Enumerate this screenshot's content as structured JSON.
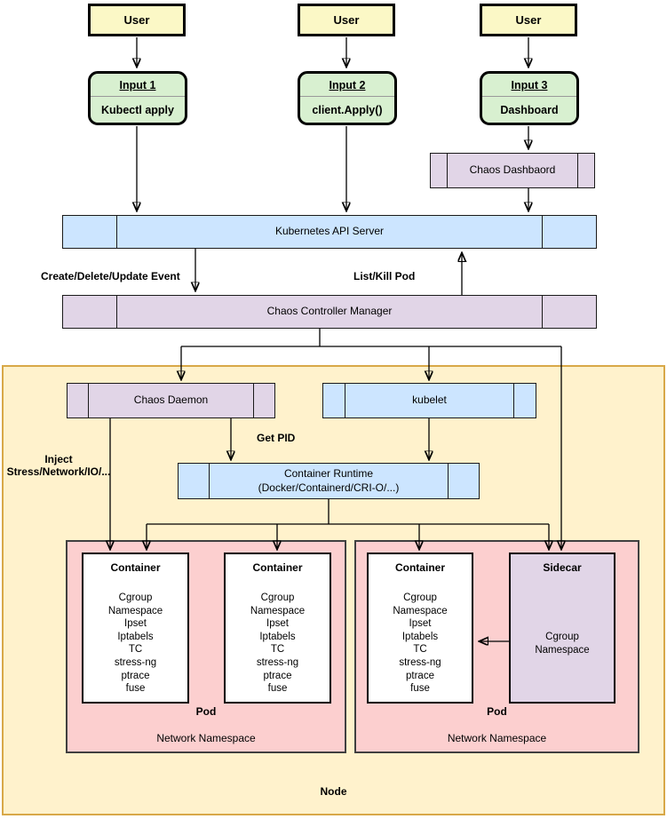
{
  "colors": {
    "user_fill": "#FBF8C6",
    "input_fill": "#D8F0D0",
    "purple_fill": "#E1D5E7",
    "blue_fill": "#CCE5FF",
    "node_fill": "#FFF2CC",
    "node_border": "#D8A848",
    "pod_fill": "#FCCFCF",
    "container_fill": "#FFFFFF",
    "line_color": "#000000"
  },
  "users": [
    "User",
    "User",
    "User"
  ],
  "inputs": [
    {
      "title": "Input 1",
      "label": "Kubectl apply"
    },
    {
      "title": "Input 2",
      "label": "client.Apply()"
    },
    {
      "title": "Input 3",
      "label": "Dashboard"
    }
  ],
  "components": {
    "chaos_dashboard": "Chaos Dashbaord",
    "api_server": "Kubernetes API Server",
    "controller_manager": "Chaos Controller Manager",
    "chaos_daemon": "Chaos Daemon",
    "kubelet": "kubelet",
    "container_runtime": {
      "line1": "Container Runtime",
      "line2": "(Docker/Containerd/CRI-O/...)"
    }
  },
  "edge_labels": {
    "create_delete_update": "Create/Delete/Update Event",
    "list_kill_pod": "List/Kill Pod",
    "get_pid": "Get PID",
    "inject_line1": "Inject",
    "inject_line2": "Stress/Network/IO/..."
  },
  "pods": [
    {
      "pod_label": "Pod",
      "namespace_label": "Network Namespace",
      "containers": [
        {
          "title": "Container",
          "items": [
            "Cgroup",
            "Namespace",
            "Ipset",
            "Iptabels",
            "TC",
            "stress-ng",
            "ptrace",
            "fuse"
          ]
        },
        {
          "title": "Container",
          "items": [
            "Cgroup",
            "Namespace",
            "Ipset",
            "Iptabels",
            "TC",
            "stress-ng",
            "ptrace",
            "fuse"
          ]
        }
      ]
    },
    {
      "pod_label": "Pod",
      "namespace_label": "Network Namespace",
      "containers": [
        {
          "title": "Container",
          "items": [
            "Cgroup",
            "Namespace",
            "Ipset",
            "Iptabels",
            "TC",
            "stress-ng",
            "ptrace",
            "fuse"
          ]
        }
      ],
      "sidecar": {
        "title": "Sidecar",
        "items": [
          "Cgroup",
          "Namespace"
        ]
      }
    }
  ],
  "node_label": "Node"
}
